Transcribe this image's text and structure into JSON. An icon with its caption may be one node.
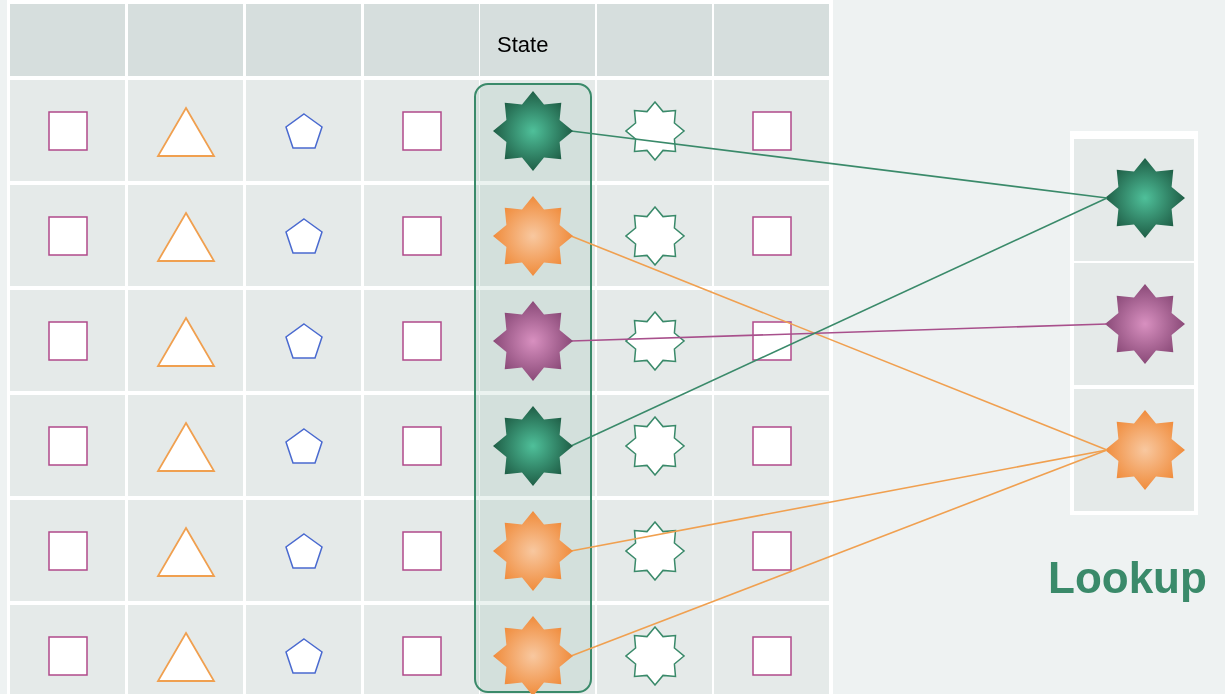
{
  "diagram": {
    "nodes": [
      {
        "text": [
          "Lookup"
        ]
      },
      {
        "text": [],
        "shape": "star",
        "in": 0
      },
      {
        "text": [],
        "shape": "star",
        "in": 0
      },
      {
        "text": [],
        "shape": "star",
        "in": 0
      },
      {
        "text": [],
        "shape": "star"
      },
      {
        "text": [],
        "shape": "star"
      },
      {
        "text": [],
        "shape": "star"
      },
      {
        "text": [],
        "shape": "star"
      },
      {
        "text": [],
        "shape": "star"
      },
      {
        "text": [],
        "shape": "star"
      }
    ],
    "edges": [
      {
        "from": 4,
        "to": 1,
        "arrow": "none",
        "color": "#3a8a6a"
      },
      {
        "from": 5,
        "to": 3,
        "arrow": "none",
        "color": "#f0a050"
      },
      {
        "from": 6,
        "to": 2,
        "arrow": "none",
        "color": "#a8508c"
      },
      {
        "from": 7,
        "to": 1,
        "arrow": "none",
        "color": "#3a8a6a"
      },
      {
        "from": 8,
        "to": 3,
        "arrow": "none",
        "color": "#f0a050"
      },
      {
        "from": 9,
        "to": 3,
        "arrow": "none",
        "color": "#f0a050"
      }
    ],
    "labels": [
      "State"
    ]
  }
}
